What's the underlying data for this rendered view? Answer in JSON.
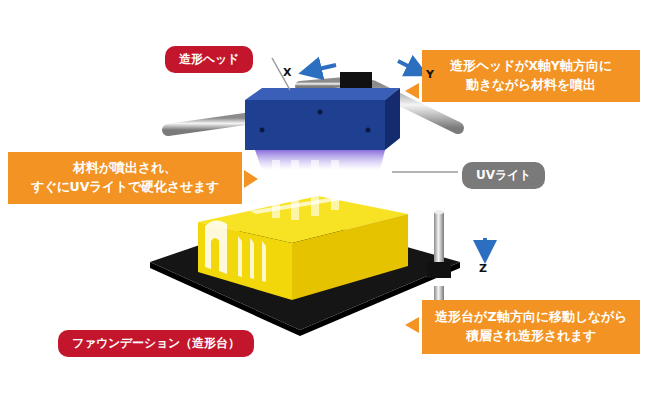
{
  "diagram": {
    "nodes": [
      {
        "text": [
          "造形ヘッド"
        ]
      },
      {
        "text": [
          "造形ヘッドがX軸Y軸方向に 動きながら材料を噴出"
        ]
      },
      {
        "text": [
          "材料が噴出され、 すぐにUVライトで硬化させます"
        ]
      },
      {
        "text": [
          "UVライト"
        ]
      },
      {
        "text": [
          "造形台がZ軸方向に移動しながら 積層され造形されます"
        ]
      },
      {
        "text": [
          "ファウンデーション（造形台）"
        ]
      }
    ],
    "labels": [
      "X",
      "Y",
      "Z"
    ]
  }
}
